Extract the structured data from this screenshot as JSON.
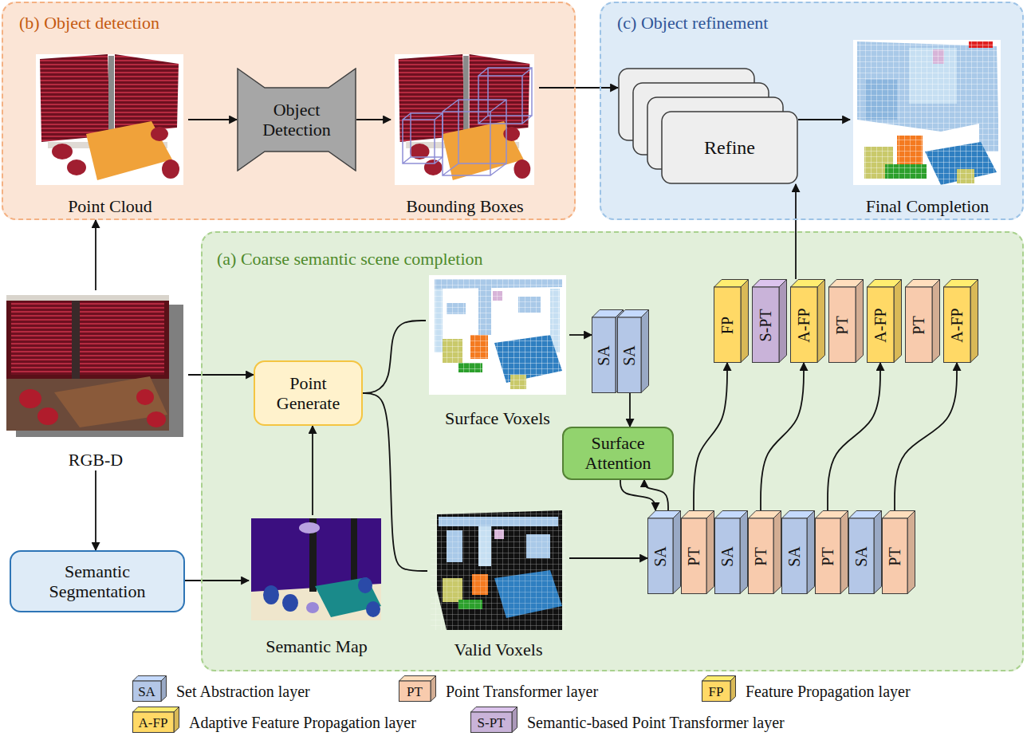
{
  "diagram": {
    "nodes": [
      {
        "text": [
          "(b) Object detection"
        ]
      },
      {
        "text": [
          "Point Cloud"
        ],
        "in": 0
      },
      {
        "text": [
          "Object Detection"
        ],
        "in": 0
      },
      {
        "text": [
          "Bounding Boxes"
        ],
        "in": 0
      },
      {
        "text": [
          "(c) Object refinement"
        ]
      },
      {
        "text": [
          "Refine"
        ],
        "in": 4
      },
      {
        "text": [
          "Final Completion"
        ],
        "in": 4
      },
      {
        "text": [
          "RGB-D"
        ]
      },
      {
        "text": [
          "Semantic Segmentation"
        ]
      },
      {
        "text": [
          "(a) Coarse semantic scene completion"
        ]
      },
      {
        "text": [
          "Point Generate"
        ],
        "in": 9
      },
      {
        "text": [
          "Surface Voxels"
        ],
        "in": 9
      },
      {
        "text": [
          "SA"
        ],
        "in": 9
      },
      {
        "text": [
          "SA"
        ],
        "in": 9
      },
      {
        "text": [
          "Surface Attention"
        ],
        "in": 9
      },
      {
        "text": [
          "FP"
        ],
        "in": 9
      },
      {
        "text": [
          "S-PT"
        ],
        "in": 9
      },
      {
        "text": [
          "A-FP"
        ],
        "in": 9
      },
      {
        "text": [
          "PT"
        ],
        "in": 9
      },
      {
        "text": [
          "A-FP"
        ],
        "in": 9
      },
      {
        "text": [
          "PT"
        ],
        "in": 9
      },
      {
        "text": [
          "A-FP"
        ],
        "in": 9
      },
      {
        "text": [
          "Semantic Map"
        ],
        "in": 9
      },
      {
        "text": [
          "Valid Voxels"
        ],
        "in": 9
      },
      {
        "text": [
          "SA"
        ],
        "in": 9
      },
      {
        "text": [
          "PT"
        ],
        "in": 9
      },
      {
        "text": [
          "SA"
        ],
        "in": 9
      },
      {
        "text": [
          "PT"
        ],
        "in": 9
      },
      {
        "text": [
          "SA"
        ],
        "in": 9
      },
      {
        "text": [
          "PT"
        ],
        "in": 9
      },
      {
        "text": [
          "SA"
        ],
        "in": 9
      },
      {
        "text": [
          "PT"
        ],
        "in": 9
      }
    ],
    "edges": [
      {
        "from": 7,
        "to": 0,
        "arrow": "to"
      },
      {
        "from": 1,
        "to": 2,
        "arrow": "to"
      },
      {
        "from": 2,
        "to": 3,
        "arrow": "to"
      },
      {
        "from": 3,
        "to": 5,
        "arrow": "to"
      },
      {
        "from": 5,
        "to": 6,
        "arrow": "to"
      },
      {
        "from": 7,
        "to": 8,
        "arrow": "to"
      },
      {
        "from": 7,
        "to": 10,
        "arrow": "to"
      },
      {
        "from": 8,
        "to": 22,
        "arrow": "to"
      },
      {
        "from": 22,
        "to": 10,
        "arrow": "to"
      },
      {
        "from": 10,
        "to": 11,
        "arrow": "none"
      },
      {
        "from": 10,
        "to": 23,
        "arrow": "none"
      },
      {
        "from": 11,
        "to": 12,
        "arrow": "to"
      },
      {
        "from": 13,
        "to": 14,
        "arrow": "to"
      },
      {
        "from": 14,
        "to": 24,
        "arrow": "to"
      },
      {
        "from": 24,
        "to": 14,
        "arrow": "to"
      },
      {
        "from": 23,
        "to": 24,
        "arrow": "to"
      },
      {
        "from": 25,
        "to": 15,
        "arrow": "to"
      },
      {
        "from": 27,
        "to": 17,
        "arrow": "to"
      },
      {
        "from": 29,
        "to": 19,
        "arrow": "to"
      },
      {
        "from": 31,
        "to": 21,
        "arrow": "to"
      },
      {
        "from": 17,
        "to": 5,
        "arrow": "to"
      }
    ],
    "labels": [
      "SA",
      "PT",
      "FP",
      "A-FP",
      "S-PT"
    ],
    "legend": [
      {
        "text": "Set Abstraction layer",
        "color": "#b4c7e7"
      },
      {
        "text": "Point Transformer layer",
        "color": "#f8cbad"
      },
      {
        "text": "Feature Propagation layer",
        "color": "#ffd966"
      },
      {
        "text": "Adaptive Feature Propagation layer",
        "color": "#ffd966"
      },
      {
        "text": "Semantic-based Point Transformer layer",
        "color": "#c9b3d9"
      }
    ]
  }
}
